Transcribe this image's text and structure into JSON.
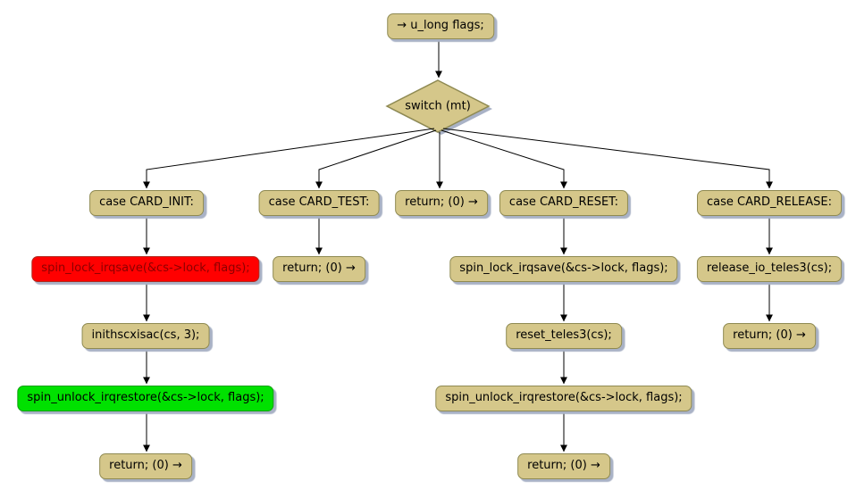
{
  "diagram": {
    "type": "flowchart",
    "start": {
      "label": "→ u_long flags;"
    },
    "decision": {
      "label": "switch (mt)"
    },
    "branches": [
      {
        "name": "CARD_INIT",
        "case_label": "case CARD_INIT:",
        "steps": [
          {
            "label": "spin_lock_irqsave(&cs->lock, flags);",
            "highlight": "red"
          },
          {
            "label": "inithscxisac(cs, 3);"
          },
          {
            "label": "spin_unlock_irqrestore(&cs->lock, flags);",
            "highlight": "green"
          },
          {
            "label": "return; (0) →"
          }
        ]
      },
      {
        "name": "CARD_TEST",
        "case_label": "case CARD_TEST:",
        "steps": [
          {
            "label": "return; (0) →"
          }
        ]
      },
      {
        "name": "default",
        "case_label": "return; (0) →",
        "steps": []
      },
      {
        "name": "CARD_RESET",
        "case_label": "case CARD_RESET:",
        "steps": [
          {
            "label": "spin_lock_irqsave(&cs->lock, flags);"
          },
          {
            "label": "reset_teles3(cs);"
          },
          {
            "label": "spin_unlock_irqrestore(&cs->lock, flags);"
          },
          {
            "label": "return; (0) →"
          }
        ]
      },
      {
        "name": "CARD_RELEASE",
        "case_label": "case CARD_RELEASE:",
        "steps": [
          {
            "label": "release_io_teles3(cs);"
          },
          {
            "label": "return; (0) →"
          }
        ]
      }
    ],
    "colors": {
      "node_fill": "#d5c78a",
      "node_border": "#8f8a52",
      "shadow": "#a9b2c6",
      "arrow": "#000000",
      "text": "#000000",
      "highlight_red_fill": "#ff0000",
      "highlight_red_border": "#b02a1e",
      "highlight_red_text": "#8b0000",
      "highlight_green_fill": "#00e100",
      "highlight_green_border": "#12a112"
    }
  }
}
